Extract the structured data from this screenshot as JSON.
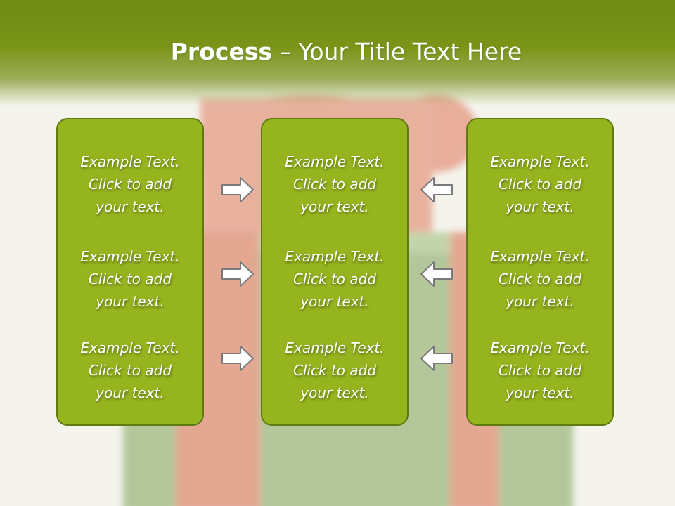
{
  "title": {
    "bold": "Process",
    "rest": " – Your Title Text Here"
  },
  "columns": [
    {
      "items": [
        [
          "Example Text.",
          "Click  to add",
          "your text."
        ],
        [
          "Example Text.",
          "Click  to add",
          "your text."
        ],
        [
          "Example Text.",
          "Click  to add",
          "your text."
        ]
      ]
    },
    {
      "items": [
        [
          "Example Text.",
          "Click  to add",
          "your text."
        ],
        [
          "Example Text.",
          "Click  to add",
          "your text."
        ],
        [
          "Example Text.",
          "Click  to add",
          "your text."
        ]
      ]
    },
    {
      "items": [
        [
          "Example Text.",
          "Click  to add",
          "your text."
        ],
        [
          "Example Text.",
          "Click  to add",
          "your text."
        ],
        [
          "Example Text.",
          "Click  to add",
          "your text."
        ]
      ]
    }
  ],
  "arrows": {
    "left_group": "arrow-right-icon",
    "right_group": "arrow-left-icon"
  },
  "colors": {
    "header": "#7a9418",
    "box_fill": "#95b41e",
    "box_border": "#5f7a10",
    "text": "#ffffff"
  }
}
